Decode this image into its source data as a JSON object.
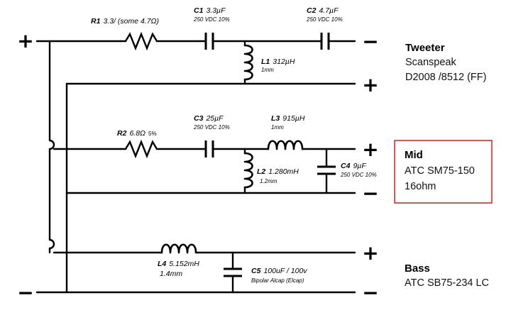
{
  "components": {
    "r1": {
      "name": "R1",
      "value": "3.3/ (some 4.7Ω)"
    },
    "c1": {
      "name": "C1",
      "value": "3.3µF",
      "rating": "250 VDC 10%"
    },
    "c2": {
      "name": "C2",
      "value": "4.7µF",
      "rating": "250 VDC 10%"
    },
    "l1": {
      "name": "L1",
      "value": "312µH",
      "wire": "1mm"
    },
    "r2": {
      "name": "R2",
      "value": "6.8Ω",
      "tolerance": "5%"
    },
    "c3": {
      "name": "C3",
      "value": "25µF",
      "rating": "250 VDC 10%"
    },
    "l3": {
      "name": "L3",
      "value": "915µH",
      "wire": "1mm"
    },
    "l2": {
      "name": "L2",
      "value": "1.280mH",
      "wire": "1.2mm"
    },
    "c4": {
      "name": "C4",
      "value": "9µF",
      "rating": "250 VDC 10%"
    },
    "l4": {
      "name": "L4",
      "value": "5.152mH",
      "wire": "1.4mm"
    },
    "c5": {
      "name": "C5",
      "value": "100uF / 100v",
      "note": "Bipolar Alcap (Elcap)"
    }
  },
  "terminals": {
    "plus": "+",
    "minus": "−"
  },
  "speakers": {
    "tweeter": {
      "title": "Tweeter",
      "line1": "Scanspeak",
      "line2": "D2008 /8512 (FF)"
    },
    "mid": {
      "title": "Mid",
      "line1": "ATC SM75-150",
      "line2": "16ohm",
      "highlight_color": "#d92b2b"
    },
    "bass": {
      "title": "Bass",
      "line1": "ATC SB75-234 LC"
    }
  }
}
